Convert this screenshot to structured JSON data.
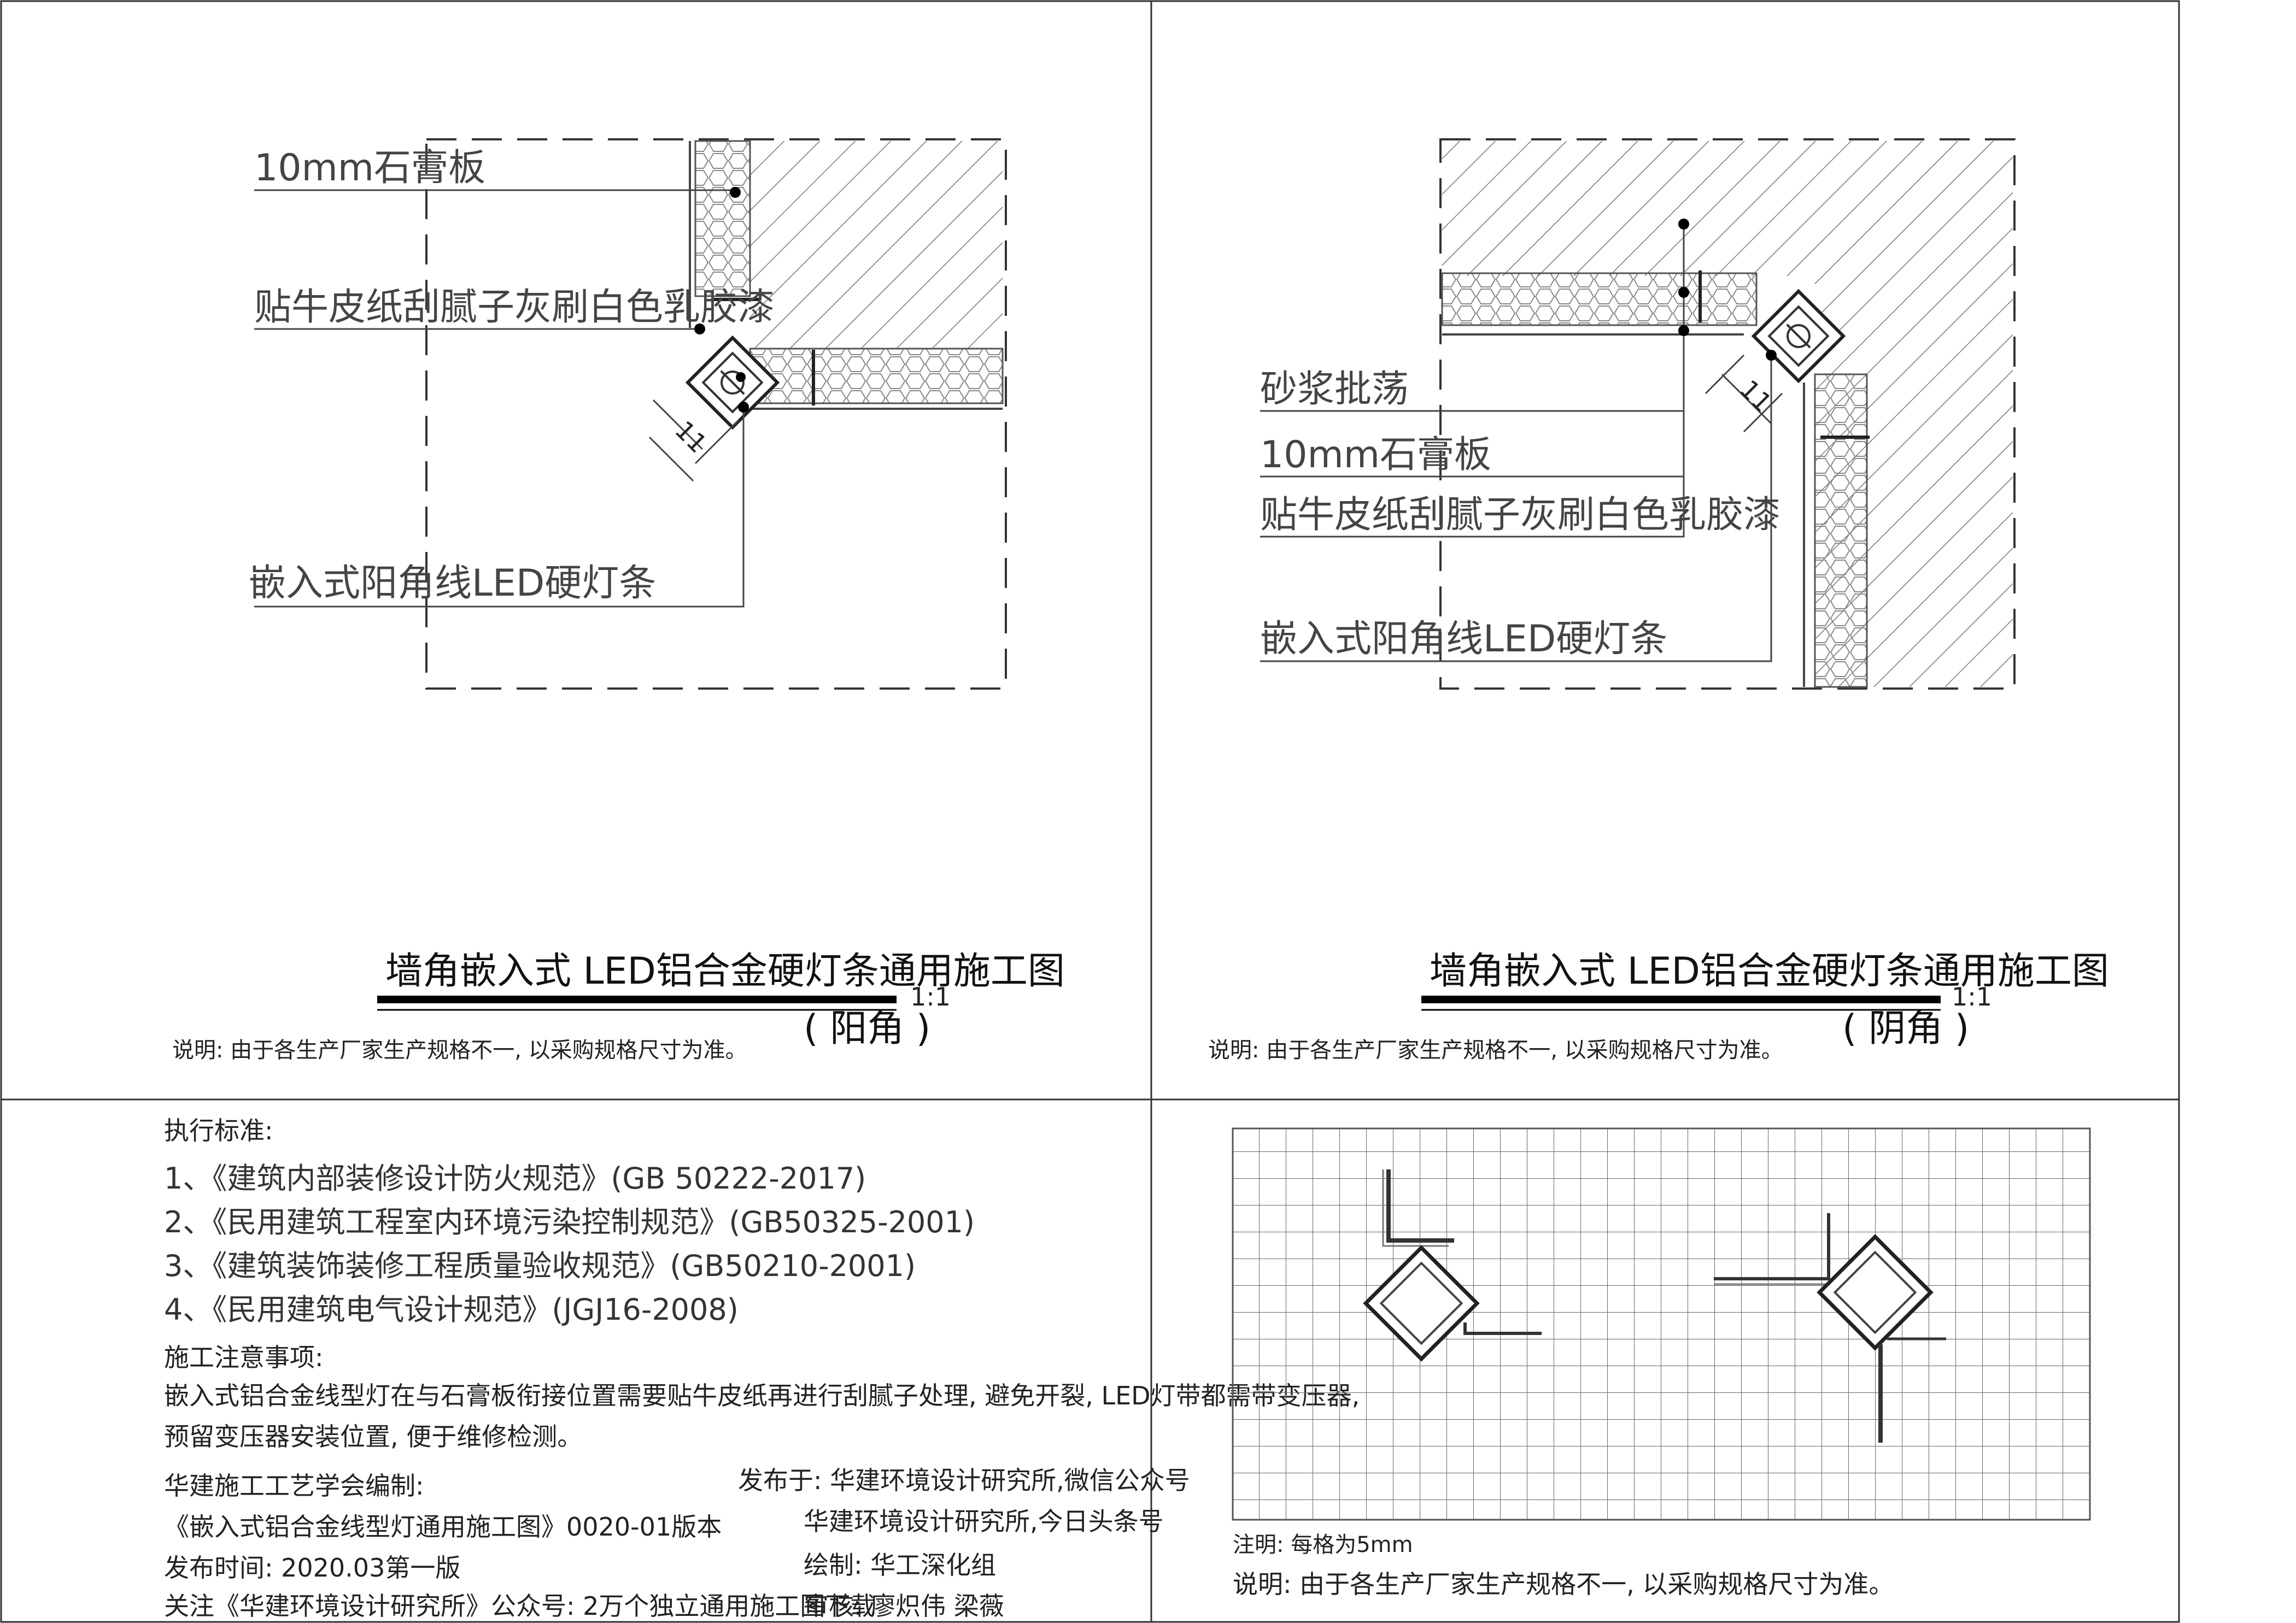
{
  "panel_yang": {
    "labels": {
      "gypsum": "10mm石膏板",
      "kraft": "贴牛皮纸刮腻子灰刷白色乳胶漆",
      "led": "嵌入式阳角线LED硬灯条"
    },
    "dimension": "11",
    "title": "墙角嵌入式 LED铝合金硬灯条通用施工图",
    "scale": "1:1",
    "subtitle": "( 阳角 )",
    "note": "说明: 由于各生产厂家生产规格不一, 以采购规格尺寸为准。"
  },
  "panel_yin": {
    "labels": {
      "mortar": "砂浆批荡",
      "gypsum": "10mm石膏板",
      "kraft": "贴牛皮纸刮腻子灰刷白色乳胶漆",
      "led": "嵌入式阳角线LED硬灯条"
    },
    "dimension": "11",
    "title": "墙角嵌入式 LED铝合金硬灯条通用施工图",
    "scale": "1:1",
    "subtitle": "( 阴角 )",
    "note": "说明: 由于各生产厂家生产规格不一, 以采购规格尺寸为准。"
  },
  "standards": {
    "heading": "执行标准:",
    "items": [
      "1、《建筑内部装修设计防火规范》(GB 50222-2017)",
      "2、《民用建筑工程室内环境污染控制规范》(GB50325-2001)",
      "3、《建筑装饰装修工程质量验收规范》(GB50210-2001)",
      "4、《民用建筑电气设计规范》(JGJ16-2008)"
    ],
    "notes_heading": "施工注意事项:",
    "notes": [
      "嵌入式铝合金线型灯在与石膏板衔接位置需要贴牛皮纸再进行刮腻子处理, 避免开裂, LED灯带都需带变压器,",
      "预留变压器安装位置, 便于维修检测。"
    ],
    "credits_left": [
      "华建施工工艺学会编制:",
      "《嵌入式铝合金线型灯通用施工图》0020-01版本",
      "发布时间: 2020.03第一版",
      "关注《华建环境设计研究所》公众号: 2万个独立通用施工图下载"
    ],
    "credits_right": [
      "发布于: 华建环境设计研究所,微信公众号",
      "华建环境设计研究所,今日头条号",
      "绘制: 华工深化组",
      "审核: 廖炽伟  梁薇"
    ]
  },
  "grid_panel": {
    "note1": "注明: 每格为5mm",
    "note2": "说明: 由于各生产厂家生产规格不一, 以采购规格尺寸为准。"
  }
}
